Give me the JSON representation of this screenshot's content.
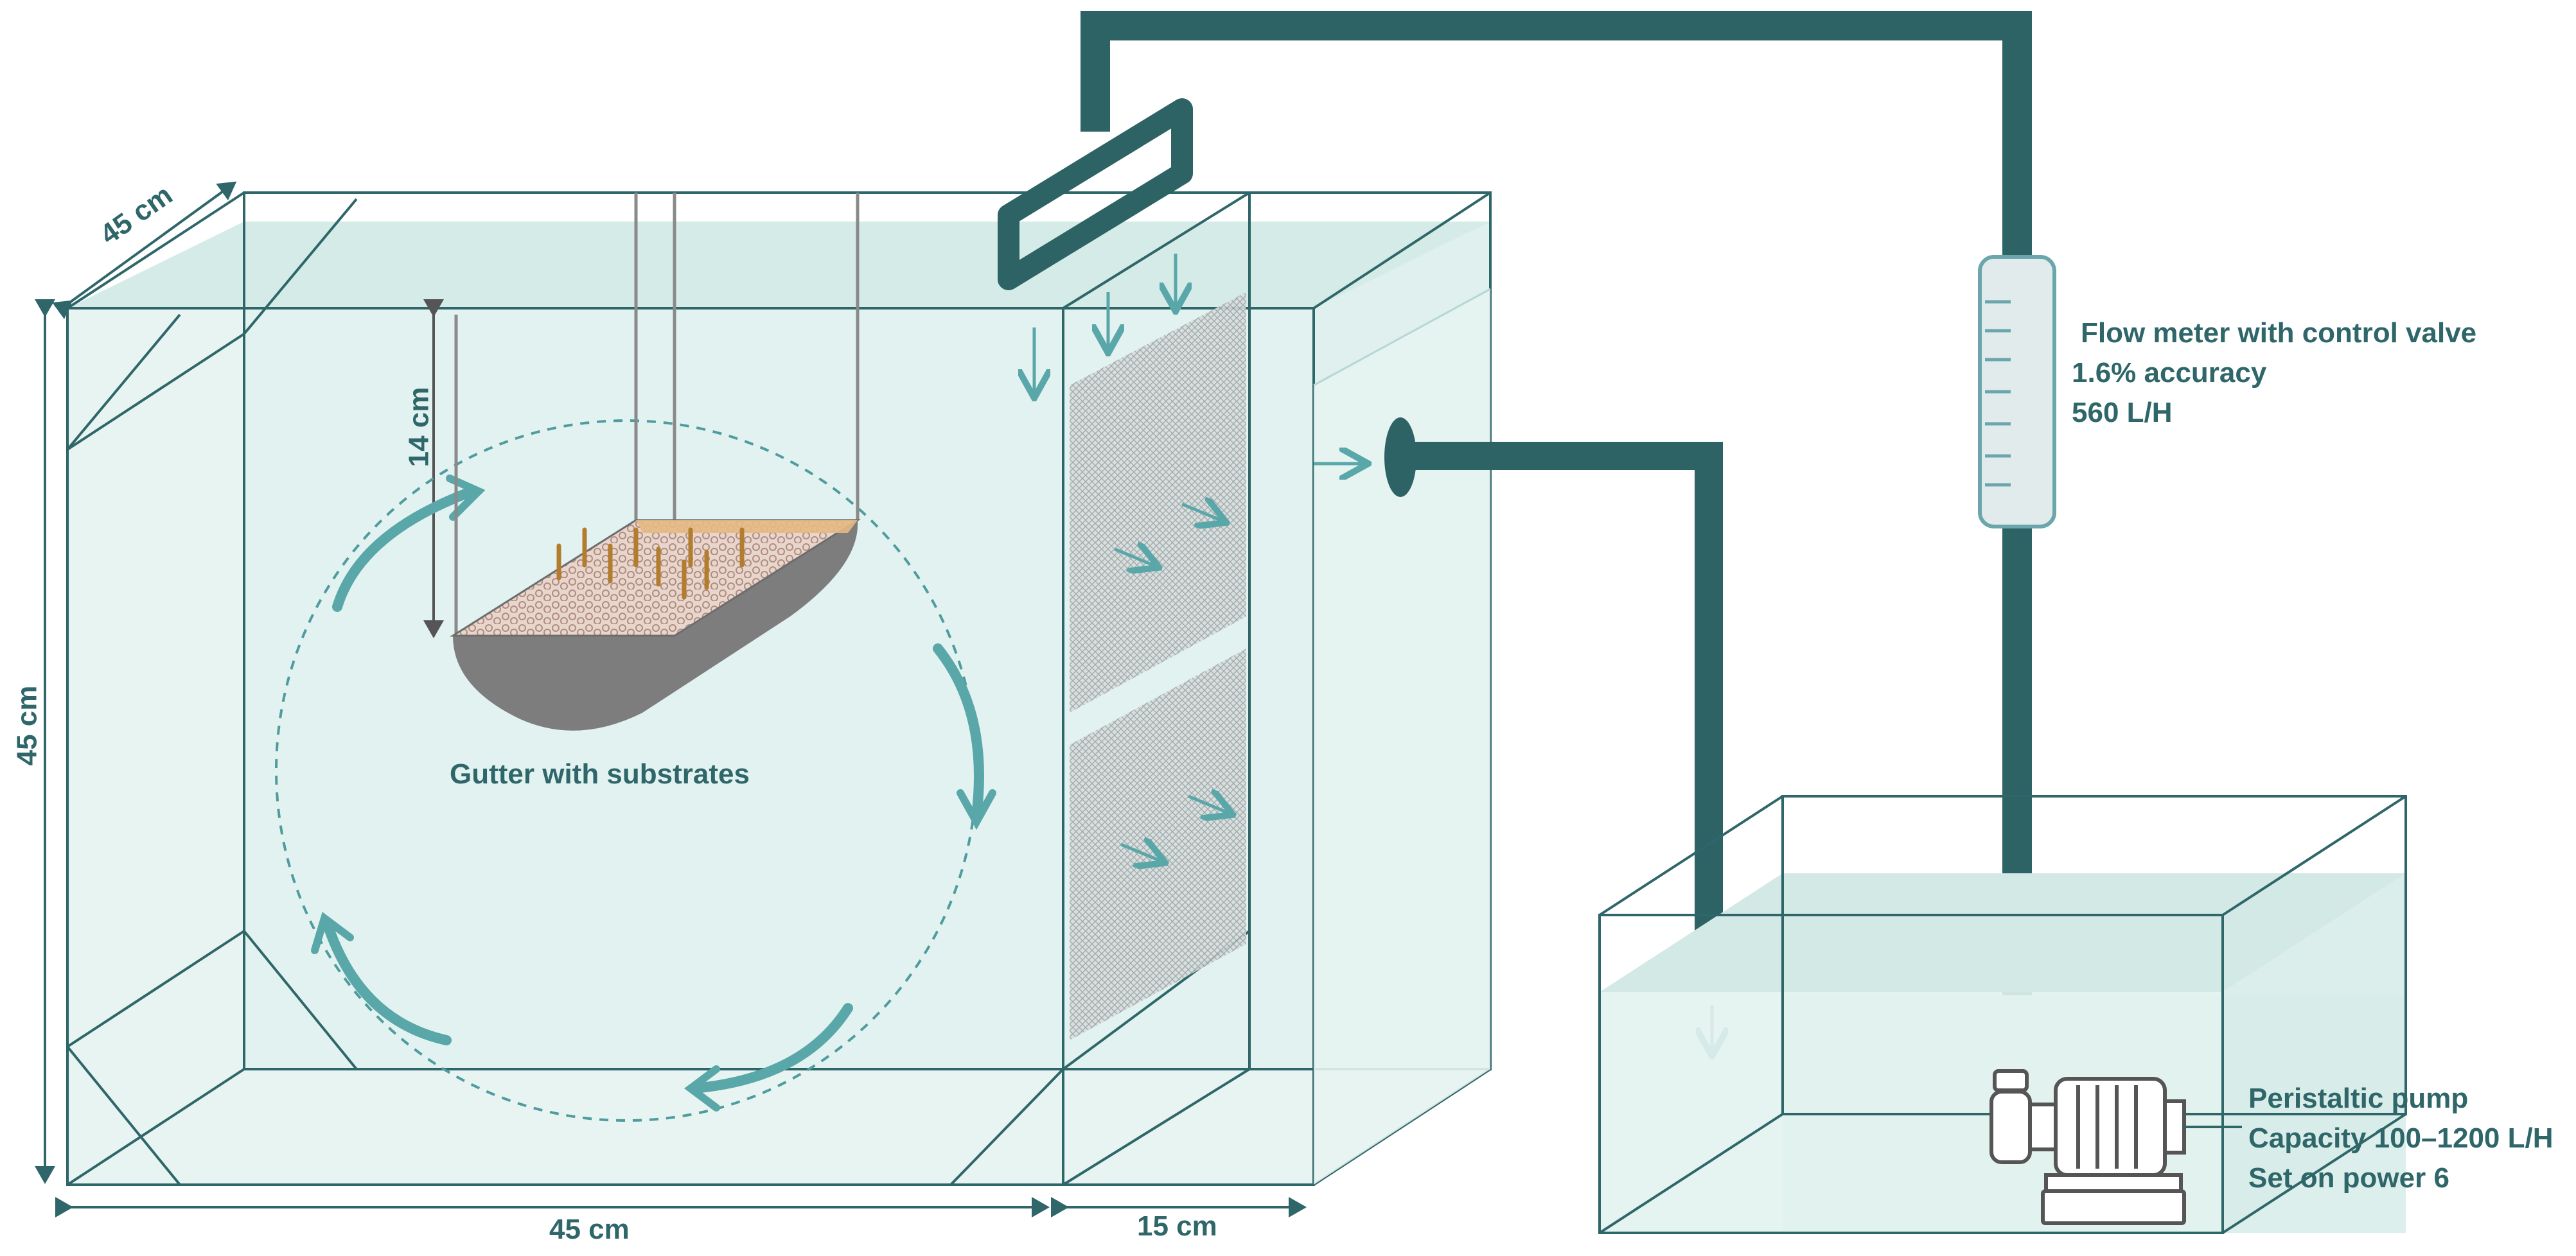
{
  "dimensions": {
    "depth": "45 cm",
    "height": "45 cm",
    "width_main": "45 cm",
    "width_side": "15 cm",
    "gutter_depth": "14 cm"
  },
  "labels": {
    "gutter": "Gutter with substrates",
    "flowmeter": [
      "Flow meter with control valve",
      "1.6% accuracy",
      "560 L/H"
    ],
    "pump": [
      "Peristaltic pump",
      "Capacity 100–1200 L/H",
      "Set on power 6"
    ]
  },
  "colors": {
    "water": "#dff0ee",
    "outline": "#2f6669",
    "pipe": "#2d6364",
    "arrow": "#5aa7a9",
    "label": "#2f6669"
  }
}
